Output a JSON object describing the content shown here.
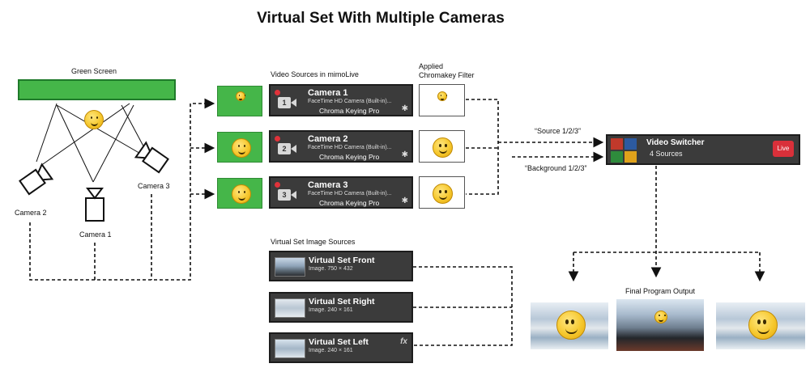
{
  "title": "Virtual Set With Multiple Cameras",
  "studio": {
    "green_screen_label": "Green Screen",
    "cameras": [
      "Camera 1",
      "Camera 2",
      "Camera 3"
    ]
  },
  "sources_header": "Video Sources in mimoLive",
  "filter_header_line1": "Applied",
  "filter_header_line2": "Chromakey Filter",
  "video_sources": [
    {
      "name": "Camera 1",
      "number": "1",
      "device": "FaceTime HD Camera (Built-in)...",
      "filter": "Chroma Keying Pro"
    },
    {
      "name": "Camera 2",
      "number": "2",
      "device": "FaceTime HD Camera (Built-in)...",
      "filter": "Chroma Keying Pro"
    },
    {
      "name": "Camera 3",
      "number": "3",
      "device": "FaceTime HD Camera (Built-in)...",
      "filter": "Chroma Keying Pro"
    }
  ],
  "source_label": "“Source 1/2/3”",
  "background_label": "“Background 1/2/3”",
  "switcher": {
    "title": "Video Switcher",
    "subtitle": "4 Sources",
    "live_label": "Live"
  },
  "image_sources_header": "Virtual Set Image Sources",
  "image_sources": [
    {
      "name": "Virtual Set Front",
      "meta": "Image. 750 × 432",
      "fx": ""
    },
    {
      "name": "Virtual Set Right",
      "meta": "Image. 240 × 161",
      "fx": ""
    },
    {
      "name": "Virtual Set Left",
      "meta": "Image. 240 × 161",
      "fx": "fx"
    }
  ],
  "output_label": "Final Program Output",
  "colors": {
    "green_screen": "#45b649",
    "panel": "#3b3b3b",
    "live": "#d9303a"
  }
}
